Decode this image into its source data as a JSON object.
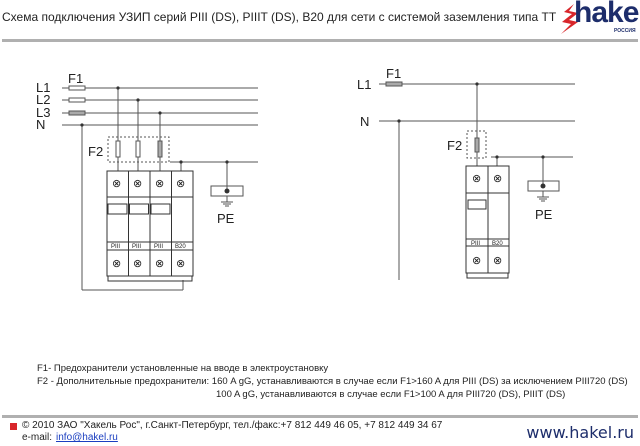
{
  "header": {
    "title": "Схема подключения УЗИП серий PIII (DS), PIIIT (DS), B20  для сети с системой заземления типа ТТ",
    "logo_text": "hakel",
    "logo_sub": "РОССИЯ"
  },
  "left_diagram": {
    "lines": [
      "L1",
      "L2",
      "L3",
      "N"
    ],
    "f1": "F1",
    "f2": "F2",
    "pe": "PE",
    "modules": [
      "PIII",
      "PIII",
      "PIII",
      "B20"
    ]
  },
  "right_diagram": {
    "lines": [
      "L1",
      "N"
    ],
    "f1": "F1",
    "f2": "F2",
    "pe": "PE",
    "modules": [
      "PIII",
      "B20"
    ]
  },
  "notes": {
    "line1": "F1- Предохранители установленные на вводе в электроустановку",
    "line2": "F2 - Дополнительные предохранители: 160 A gG, устанавливаются в случае если F1>160 A для PIII (DS) за исключением PIII720 (DS)",
    "line3": "100 A gG, устанавливаются в случае если F1>100 A для PIII720 (DS), PIIIT (DS)"
  },
  "footer": {
    "copyright": "© 2010 ЗАО \"Хакель Рос\", г.Санкт-Петербург, тел./факс:+7 812 449 46 05, +7 812 449 34 67",
    "email_label": "e-mail:",
    "email": "info@hakel.ru",
    "website": "www.hakel.ru"
  }
}
